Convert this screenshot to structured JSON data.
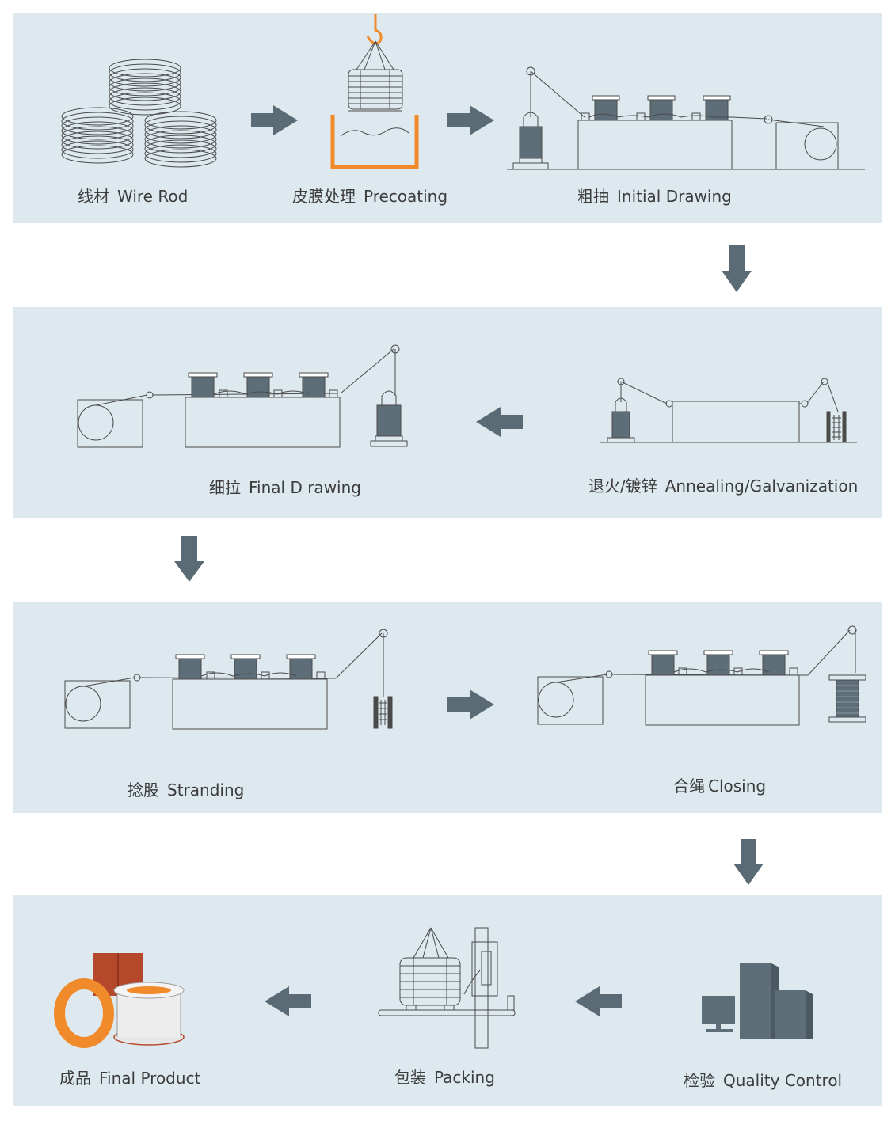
{
  "steps": [
    {
      "zh": "线材",
      "en": "Wire Rod"
    },
    {
      "zh": "皮膜处理",
      "en": "Precoating"
    },
    {
      "zh": "粗抽",
      "en": "Initial Drawing"
    },
    {
      "zh": "退火/镀锌",
      "en": "Annealing/Galvanization"
    },
    {
      "zh": "细拉",
      "en": "Final D rawing"
    },
    {
      "zh": "捻股",
      "en": "Stranding"
    },
    {
      "zh": "合绳",
      "en": "Closing"
    },
    {
      "zh": "检验",
      "en": "Quality Control"
    },
    {
      "zh": "包装",
      "en": "Packing"
    },
    {
      "zh": "成品",
      "en": "Final Product"
    }
  ],
  "colors": {
    "panel": "#dde9ee",
    "arrow": "#5b6b75",
    "line": "#4a4a4a",
    "spool": "#5d6e78",
    "orange": "#f08a2a",
    "box_brown": "#b5472b"
  }
}
